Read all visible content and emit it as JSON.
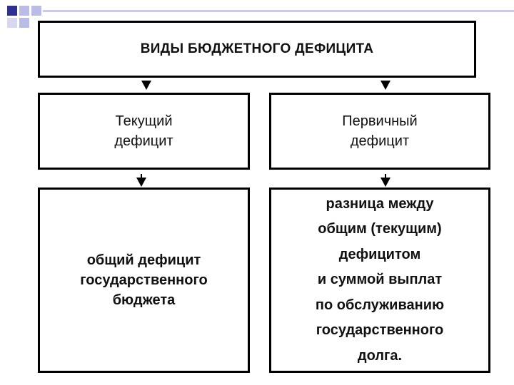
{
  "colors": {
    "accent_dark": "#2e3192",
    "accent_light": "#b8bce6",
    "stroke": "#000000"
  },
  "title": "ВИДЫ БЮДЖЕТНОГО ДЕФИЦИТА",
  "types": [
    {
      "name": "Текущий\nдефицит",
      "definition": "общий дефицит\nгосударственного\nбюджета"
    },
    {
      "name": "Первичный\nдефицит",
      "definition": "разница между\nобщим (текущим)\nдефицитом\nи суммой выплат\nпо обслуживанию\nгосударственного\nдолга."
    }
  ]
}
